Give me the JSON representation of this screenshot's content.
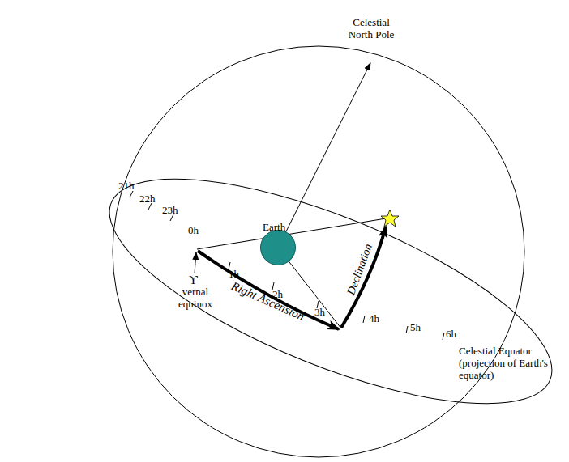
{
  "diagram": {
    "nodes": [
      {
        "text": [
          "Earth"
        ]
      }
    ],
    "labels": [
      "Celestial North Pole",
      "21h",
      "22h",
      "23h",
      "0h",
      "1h",
      "2h",
      "3h",
      "4h",
      "5h",
      "6h",
      "ϒ",
      "vernal equinox",
      "Right Ascension",
      "Declination",
      "Celestial Equator (projection of Earth's equator)"
    ]
  }
}
